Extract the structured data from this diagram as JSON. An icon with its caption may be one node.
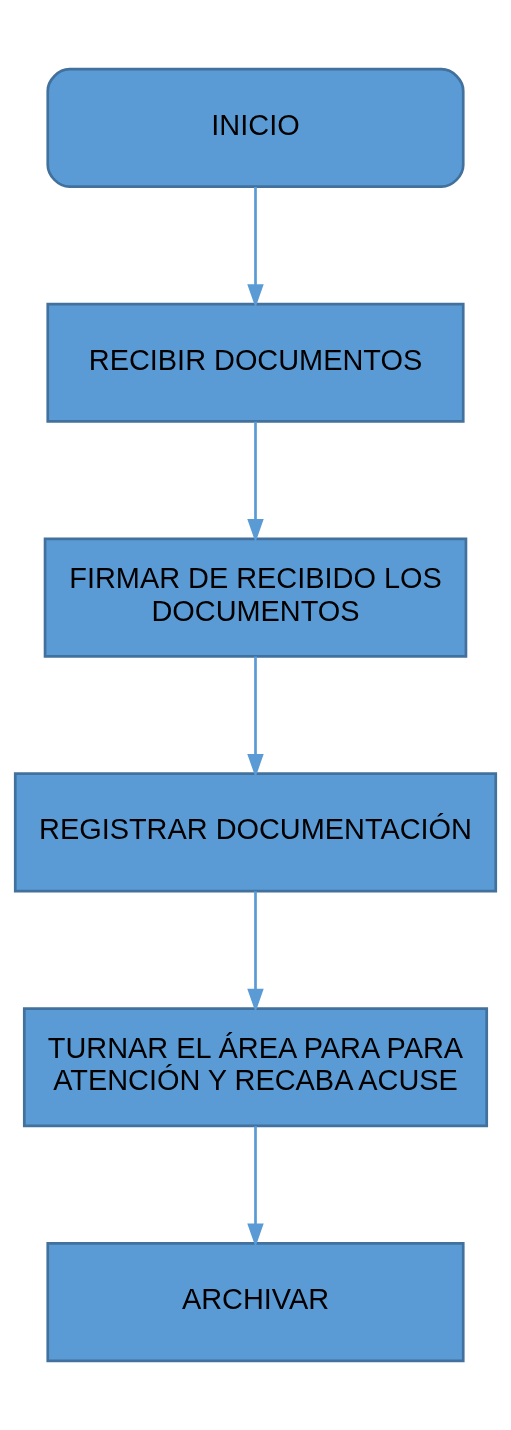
{
  "diagram": {
    "nodes": [
      {
        "text": [
          "INICIO"
        ]
      },
      {
        "text": [
          "RECIBIR DOCUMENTOS"
        ]
      },
      {
        "text": [
          "FIRMAR DE RECIBIDO LOS DOCUMENTOS"
        ]
      },
      {
        "text": [
          "REGISTRAR DOCUMENTACIÓN"
        ]
      },
      {
        "text": [
          "TURNAR EL ÁREA PARA PARA ATENCIÓN Y RECABA ACUSE"
        ]
      },
      {
        "text": [
          "ARCHIVAR"
        ]
      }
    ],
    "edges": [
      {
        "from": 0,
        "to": 1,
        "arrow": "to"
      },
      {
        "from": 1,
        "to": 2,
        "arrow": "to"
      },
      {
        "from": 2,
        "to": 3,
        "arrow": "to"
      },
      {
        "from": 3,
        "to": 4,
        "arrow": "to"
      },
      {
        "from": 4,
        "to": 5,
        "arrow": "to"
      }
    ]
  }
}
